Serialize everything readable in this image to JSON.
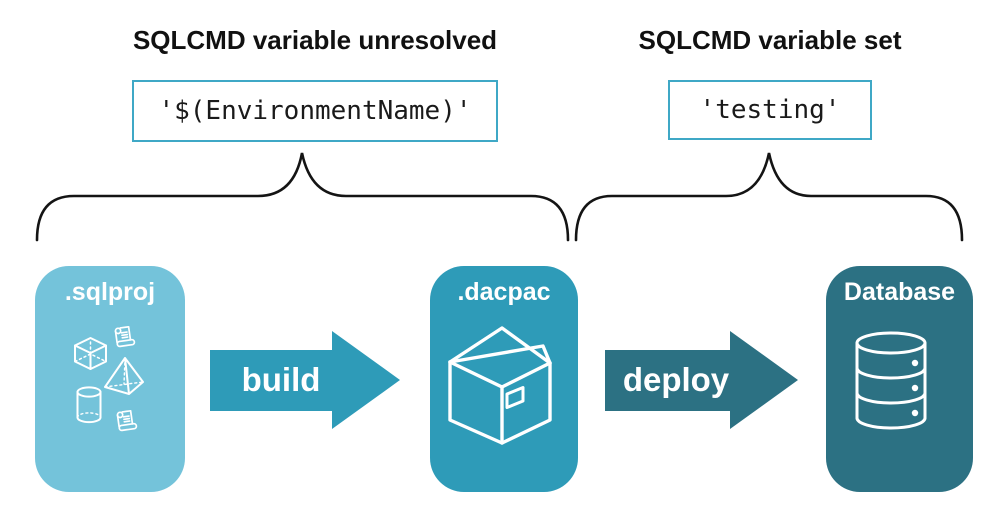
{
  "annotations": {
    "left": {
      "heading": "SQLCMD variable unresolved",
      "value": "'$(EnvironmentName)'"
    },
    "right": {
      "heading": "SQLCMD variable set",
      "value": "'testing'"
    }
  },
  "pipeline": {
    "nodes": [
      {
        "label": ".sqlproj",
        "icon": "sql-objects-icons",
        "color": "#74C3DA"
      },
      {
        "label": ".dacpac",
        "icon": "package-box-icon",
        "color": "#2E9BB8"
      },
      {
        "label": "Database",
        "icon": "database-cylinder-icon",
        "color": "#2C7183"
      }
    ],
    "arrows": [
      {
        "label": "build",
        "color": "#2E9BB8"
      },
      {
        "label": "deploy",
        "color": "#2C7183"
      }
    ]
  },
  "colors": {
    "background": "#FFFFFF",
    "value_box_border": "#3FA8C6",
    "brace_stroke": "#141414",
    "icon_stroke": "#FFFFFF",
    "heading_text": "#111111",
    "code_text": "#1A1A1A"
  }
}
